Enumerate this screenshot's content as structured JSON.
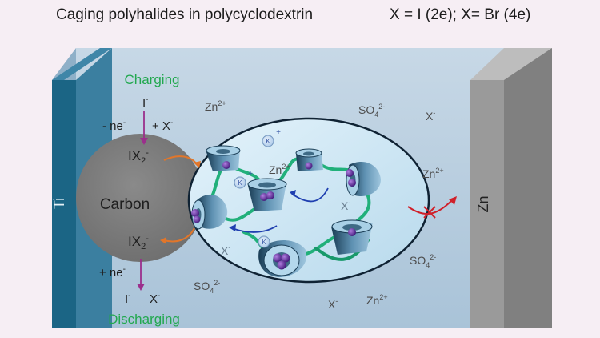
{
  "header": {
    "title": "Caging polyhalides in polycyclodextrin",
    "subtitle": "X = I (2e); X= Br (4e)"
  },
  "electrodes": {
    "left": "Ti",
    "right": "Zn",
    "carbon": "Carbon"
  },
  "charging": {
    "label": "Charging",
    "reactant": "I",
    "reactant_sup": "-",
    "electron": "- ne",
    "electron_sup": "-",
    "plus_x": "+ X",
    "plus_x_sup": "-",
    "product": "IX",
    "product_sub": "2",
    "product_sup": "-"
  },
  "discharging": {
    "label": "Discharging",
    "reactant": "IX",
    "reactant_sub": "2",
    "reactant_sup": "-",
    "electron": "+ ne",
    "electron_sup": "-",
    "product_i": "I",
    "product_i_sup": "-",
    "product_x": "X",
    "product_x_sup": "-"
  },
  "ions": {
    "zn": "Zn",
    "zn_charge": "2+",
    "so4": "SO",
    "so4_sub": "4",
    "so4_charge": "2-",
    "x": "X",
    "x_charge": "-",
    "k": "K",
    "plus": "+"
  },
  "colors": {
    "charging_label": "#22a84f",
    "arrow_purple": "#9b2f8c",
    "arrow_orange": "#e2762a",
    "arrow_blue": "#1f3fb0",
    "blocked_red": "#d0202a",
    "ti_plate": "#1b6585",
    "zn_plate": "#8f8f8f",
    "electrolyte": "#b8cfe0",
    "carbon": "#7b7b7b",
    "chain": "#21b07a",
    "atom": "#5b2a96"
  }
}
